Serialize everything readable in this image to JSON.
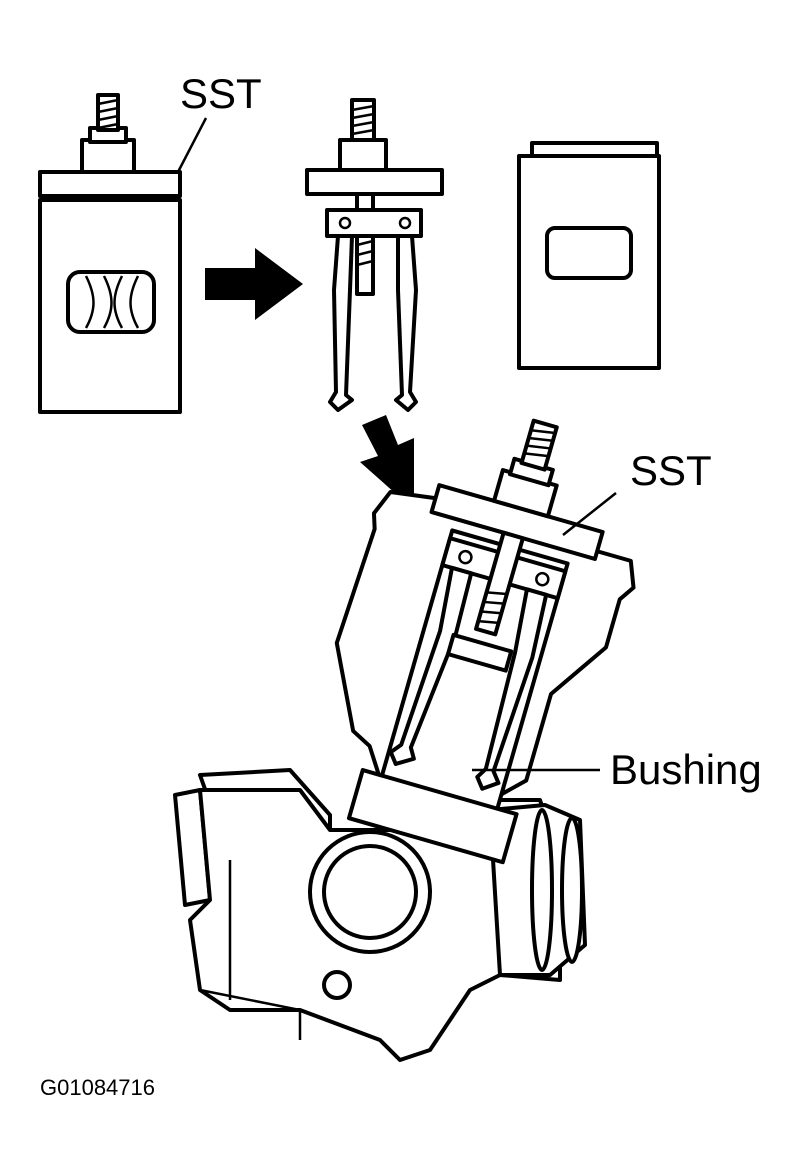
{
  "labels": {
    "sst_top": "SST",
    "sst_right": "SST",
    "bushing": "Bushing",
    "figure_id": "G01084716"
  },
  "colors": {
    "line": "#000000",
    "background": "#ffffff"
  }
}
